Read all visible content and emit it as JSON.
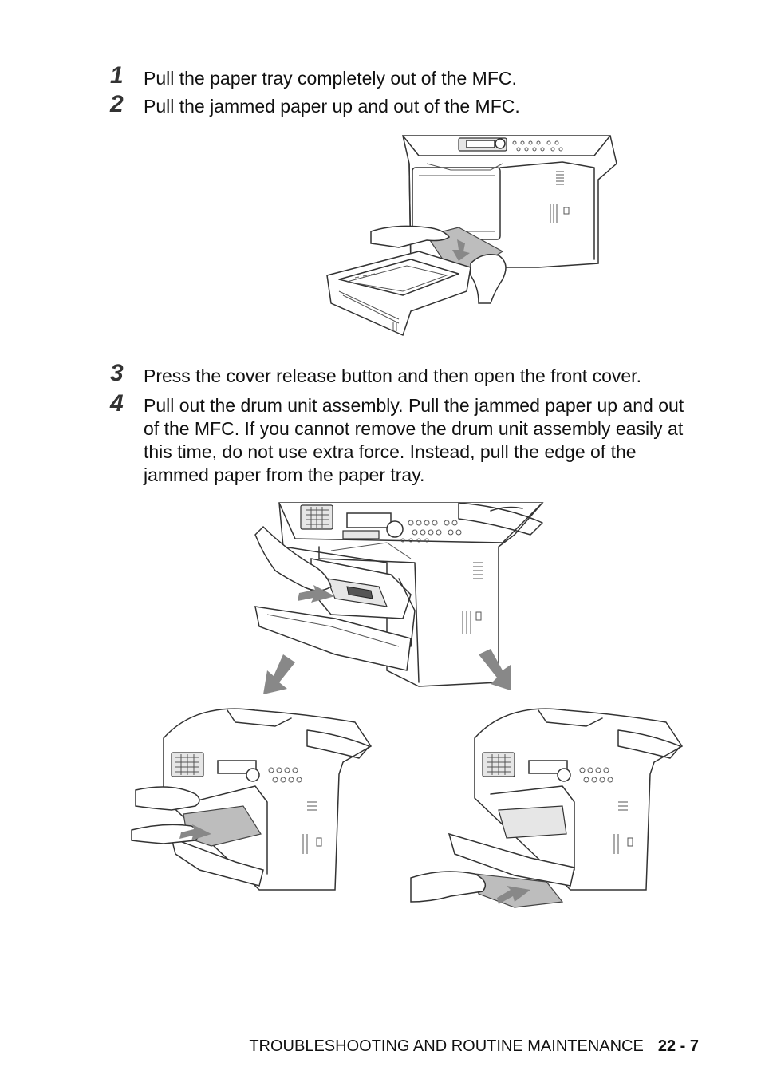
{
  "steps": [
    {
      "number": "1",
      "text": "Pull the paper tray completely out of the MFC."
    },
    {
      "number": "2",
      "text": "Pull the jammed paper up and out of the MFC."
    },
    {
      "number": "3",
      "text": "Press the cover release button and then open the front cover."
    },
    {
      "number": "4",
      "text": "Pull out the drum unit assembly. Pull the jammed paper up and out of the MFC. If you cannot remove the drum unit assembly easily at this time, do not use extra force. Instead, pull the edge of the jammed paper from the paper tray."
    }
  ],
  "footer": {
    "section": "TROUBLESHOOTING AND ROUTINE MAINTENANCE",
    "page": "22 - 7"
  }
}
